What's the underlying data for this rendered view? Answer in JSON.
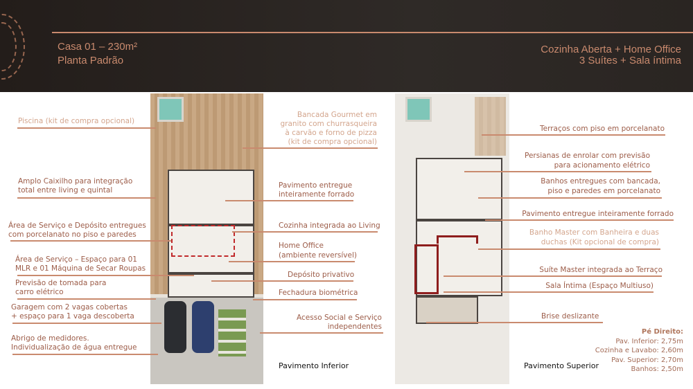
{
  "header": {
    "title": "Casa 01 – 230m²",
    "subtitle": "Planta Padrão",
    "features_line1": "Cozinha Aberta + Home Office",
    "features_line2": "3 Suítes + Sala íntima"
  },
  "lower": {
    "caption": "Pavimento Inferior",
    "left_labels": [
      "Piscina (kit de compra opcional)",
      "Amplo Caixilho para integração",
      "total entre living e quintal",
      "Área de Serviço e Depósito entregues",
      "com porcelanato no piso e paredes",
      "Área de Serviço – Espaço para 01",
      "MLR e 01 Máquina de Secar Roupas",
      "Previsão de tomada para",
      "carro elétrico",
      "Garagem com 2 vagas cobertas",
      "+ espaço para 1 vaga descoberta",
      "Abrigo de medidores.",
      "Individualização de água entregue"
    ],
    "right_labels": [
      "Bancada Gourmet em",
      "granito com churrasqueira",
      "à carvão e forno de pizza",
      "(kit de compra opcional)",
      "Pavimento entregue",
      "inteiramente forrado",
      "Cozinha integrada ao Living",
      "Home Office",
      "(ambiente reversível)",
      "Depósito privativo",
      "Fechadura biométrica",
      "Acesso Social e Serviço",
      "independentes"
    ]
  },
  "upper": {
    "caption": "Pavimento Superior",
    "labels": [
      "Terraços com piso em porcelanato",
      "Persianas de enrolar com previsão",
      "para acionamento elétrico",
      "Banhos entregues com bancada,",
      "piso  e paredes em porcelanato",
      "Pavimento entregue inteiramente forrado",
      "Banho Master com Banheira e duas",
      "duchas  (Kit opcional de compra)",
      "Suíte Master integrada ao Terraço",
      "Sala Íntima (Espaço Multiuso)",
      "Brise deslizante"
    ]
  },
  "ceiling": {
    "title": "Pé Direito:",
    "items": [
      "Pav. Inferior: 2,75m",
      "Cozinha e Lavabo: 2,60m",
      "Pav. Superior: 2,70m",
      "Banhos: 2,50m"
    ]
  }
}
